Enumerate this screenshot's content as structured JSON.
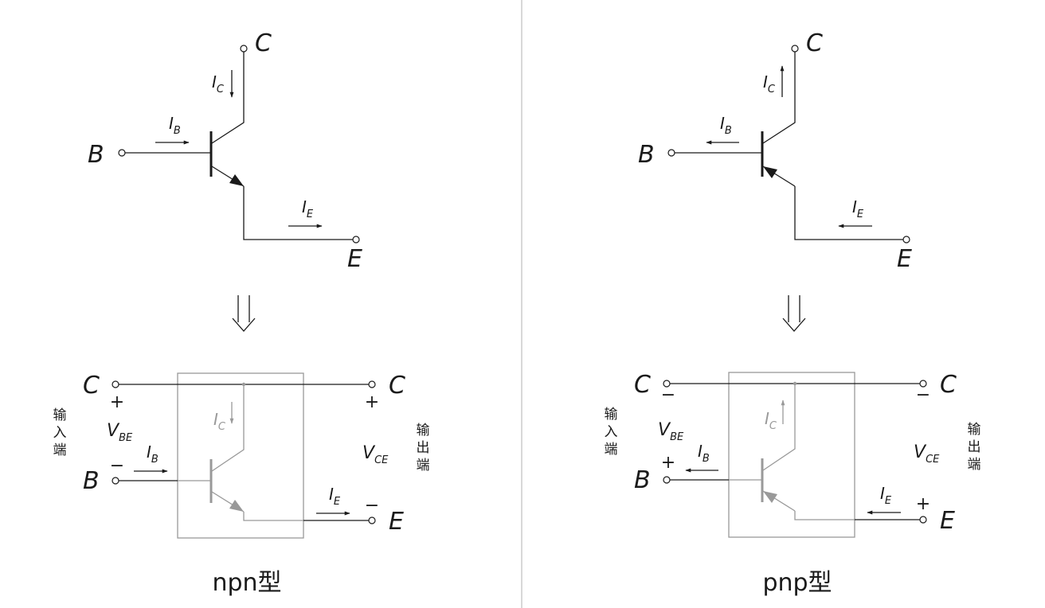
{
  "colors": {
    "line": "#1a1a1a",
    "faded": "#999999",
    "divider": "#bdbdbd",
    "background": "#ffffff"
  },
  "icons": [
    "double-down-arrow-icon",
    "npn-transistor-symbol",
    "pnp-transistor-symbol"
  ],
  "panels": [
    {
      "caption": "npn型",
      "symbol": {
        "terminals": {
          "collector": "C",
          "base": "B",
          "emitter": "E"
        },
        "currents": {
          "collector": {
            "main": "I",
            "sub": "C"
          },
          "base": {
            "main": "I",
            "sub": "B"
          },
          "emitter": {
            "main": "I",
            "sub": "E"
          }
        }
      },
      "twoport": {
        "left_terminals": {
          "top": "C",
          "bottom": "B"
        },
        "right_terminals": {
          "top": "C",
          "bottom": "E"
        },
        "input_port": [
          "输",
          "入",
          "端"
        ],
        "output_port": [
          "输",
          "出",
          "端"
        ],
        "v_in": {
          "main": "V",
          "sub": "BE"
        },
        "v_out": {
          "main": "V",
          "sub": "CE"
        },
        "signs": {
          "in_top": "+",
          "in_bottom": "−",
          "out_top": "+",
          "out_bottom": "−"
        },
        "currents": {
          "collector": {
            "main": "I",
            "sub": "C"
          },
          "base": {
            "main": "I",
            "sub": "B"
          },
          "emitter": {
            "main": "I",
            "sub": "E"
          }
        }
      }
    },
    {
      "caption": "pnp型",
      "symbol": {
        "terminals": {
          "collector": "C",
          "base": "B",
          "emitter": "E"
        },
        "currents": {
          "collector": {
            "main": "I",
            "sub": "C"
          },
          "base": {
            "main": "I",
            "sub": "B"
          },
          "emitter": {
            "main": "I",
            "sub": "E"
          }
        }
      },
      "twoport": {
        "left_terminals": {
          "top": "C",
          "bottom": "B"
        },
        "right_terminals": {
          "top": "C",
          "bottom": "E"
        },
        "input_port": [
          "输",
          "入",
          "端"
        ],
        "output_port": [
          "输",
          "出",
          "端"
        ],
        "v_in": {
          "main": "V",
          "sub": "BE"
        },
        "v_out": {
          "main": "V",
          "sub": "CE"
        },
        "signs": {
          "in_top": "−",
          "in_bottom": "+",
          "out_top": "−",
          "out_bottom": "+"
        },
        "currents": {
          "collector": {
            "main": "I",
            "sub": "C"
          },
          "base": {
            "main": "I",
            "sub": "B"
          },
          "emitter": {
            "main": "I",
            "sub": "E"
          }
        }
      }
    }
  ]
}
